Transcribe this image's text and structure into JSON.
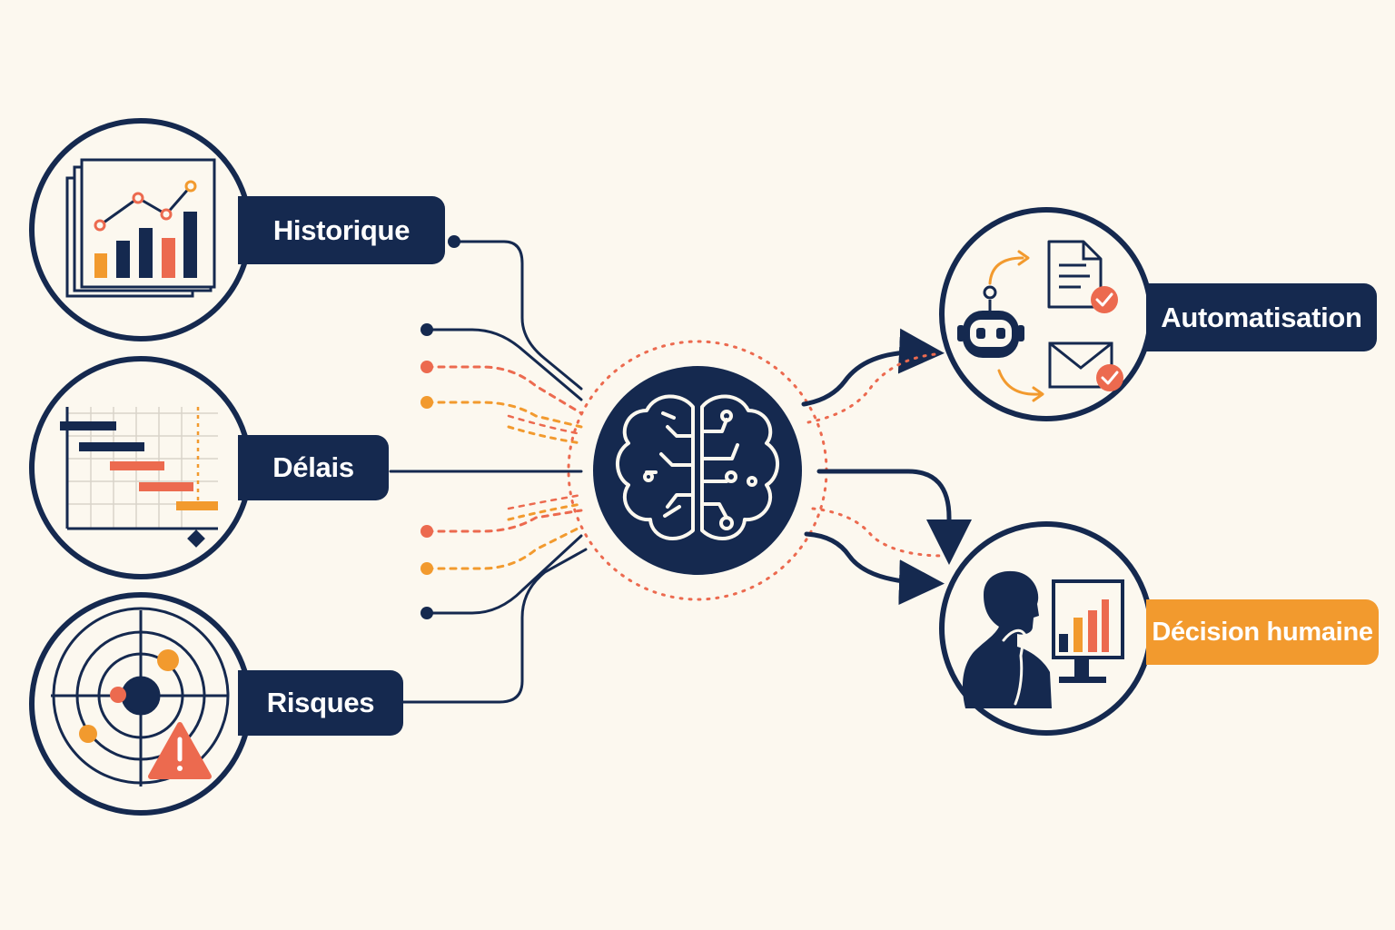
{
  "inputs": [
    {
      "id": "historique",
      "label": "Historique",
      "icon": "bar-chart-icon"
    },
    {
      "id": "delais",
      "label": "Délais",
      "icon": "gantt-chart-icon"
    },
    {
      "id": "risques",
      "label": "Risques",
      "icon": "radar-target-icon"
    }
  ],
  "core": {
    "icon": "ai-brain-icon"
  },
  "outputs": [
    {
      "id": "automatisation",
      "label": "Automatisation",
      "icon": "robot-workflow-icon"
    },
    {
      "id": "decision",
      "label": "Décision humaine",
      "icon": "person-thinking-icon"
    }
  ],
  "colors": {
    "background": "#fcf8ef",
    "navy": "#15294f",
    "coral": "#ec6a4f",
    "orange": "#f29a2e"
  }
}
